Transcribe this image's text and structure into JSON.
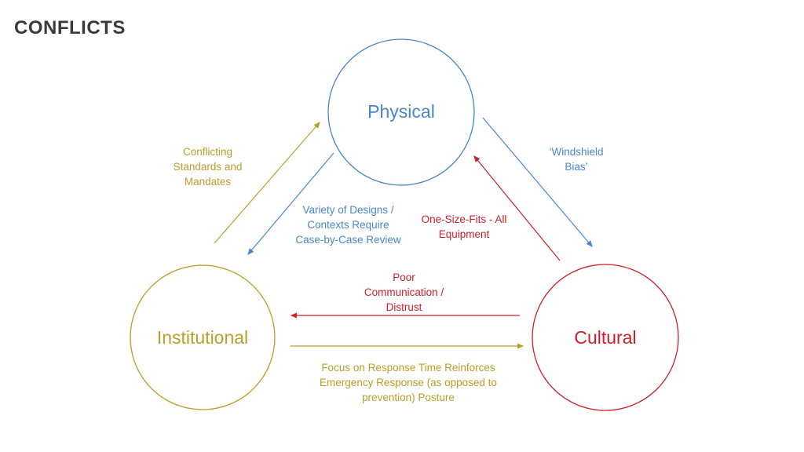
{
  "title": "CONFLICTS",
  "colors": {
    "physical": "#4a86c8",
    "institutional": "#b89f2a",
    "cultural": "#cc1f2c"
  },
  "nodes": {
    "physical": "Physical",
    "institutional": "Institutional",
    "cultural": "Cultural"
  },
  "edges": {
    "institutional_to_physical": "Conflicting Standards and Mandates",
    "physical_to_institutional": "Variety of Designs / Contexts Require Case-by-Case Review",
    "physical_to_cultural": "‘Windshield Bias’",
    "cultural_to_physical": "One-Size-Fits - All Equipment",
    "cultural_to_institutional": "Poor Communication / Distrust",
    "institutional_to_cultural": "Focus on Response Time Reinforces Emergency Response (as opposed to prevention) Posture"
  }
}
